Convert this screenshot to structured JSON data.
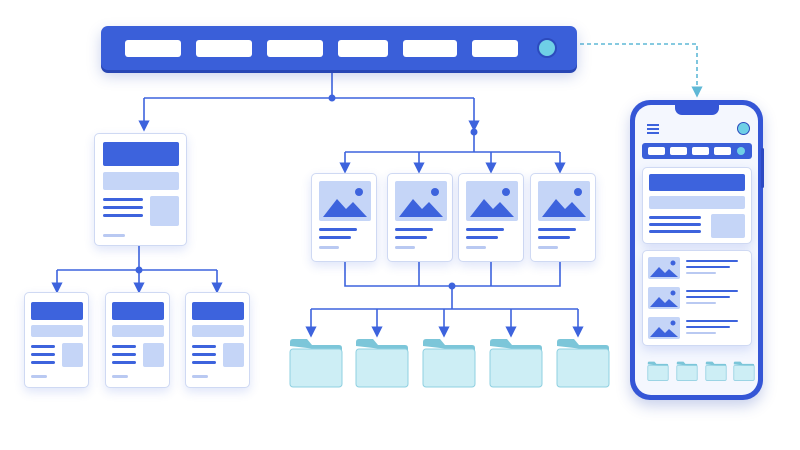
{
  "diagram": {
    "kind": "sitemap",
    "colors": {
      "primary": "#3a5fd9",
      "primary_dark": "#2846b4",
      "light_block": "#c5d5f7",
      "card_border": "#cfd9f3",
      "folder": "#cdeef5",
      "folder_tab": "#7cc6d9",
      "accent_dot": "#6fd0e6",
      "connector": "#3d63dd",
      "dashed_connector": "#5fb8d6"
    },
    "nodes": {
      "navigation_bar": {
        "icon": "navbar-icon",
        "menu_items": 6,
        "has_profile_dot": true
      },
      "page_branch": {
        "icon": "text-page-icon",
        "children": 3
      },
      "gallery_branch": {
        "icon": "image-card-icon",
        "children": 4
      },
      "folders": {
        "icon": "folder-icon",
        "count": 5
      },
      "mobile_view": {
        "icon": "smartphone-icon",
        "menu_items": 4,
        "list_rows": 3,
        "bottom_icons": 4
      }
    }
  }
}
